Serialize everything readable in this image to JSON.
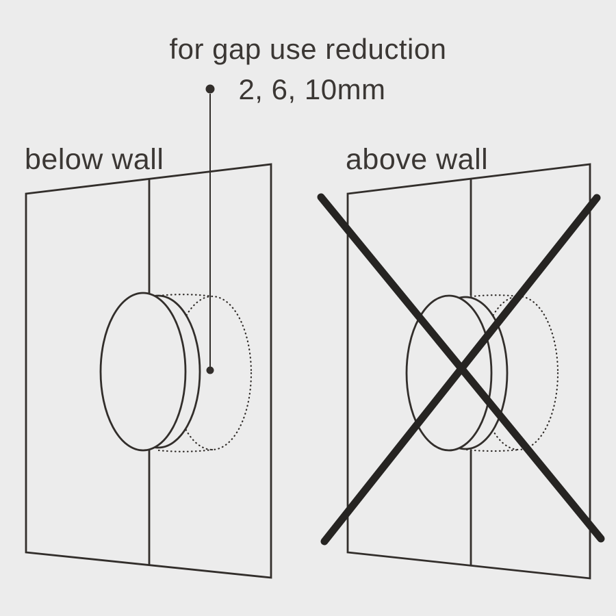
{
  "annotation": {
    "line1": "for gap use reduction",
    "line2": "2, 6, 10mm"
  },
  "panels": {
    "below": {
      "label": "below wall"
    },
    "above": {
      "label": "above wall"
    }
  },
  "icons": {
    "leader_dot": "filled-circle",
    "prohibition_cross": "diagonal-x-cross"
  },
  "colors": {
    "background": "#ECECEC",
    "line": "#322E2B",
    "text": "#3B3734",
    "cross": "#262422"
  }
}
